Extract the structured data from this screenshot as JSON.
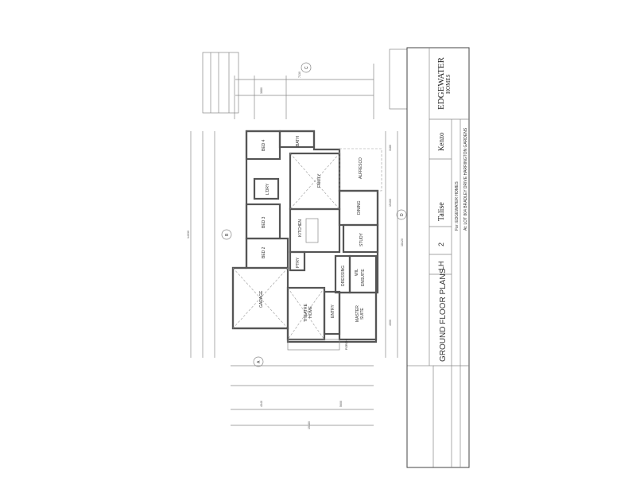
{
  "title_block": {
    "company": "EDGEWATER",
    "company_sub": "HOMES",
    "design": "Kenzo",
    "drawing_title": "GROUND FLOOR PLANS",
    "orientation": "LH",
    "sheet": "2",
    "facade": "Talise",
    "for_line": "For: EDGEWATER HOMES",
    "at_line": "At: LOT 804 BRADLEY DRIVE HARRINGTON GARDENS"
  },
  "rooms": {
    "bed4": "BED 4",
    "bath": "BATH",
    "family": "FAMILY",
    "alfresco": "ALFRESCO",
    "dining": "DINING",
    "study": "STUDY",
    "kitchen": "KITCHEN",
    "bed3": "BED 3",
    "bed2": "BED 2",
    "garage": "GARAGE",
    "theatre": "THEATRE",
    "theatre2": "HOME",
    "master": "MASTER",
    "master2": "SUITE",
    "dressing": "DRESSING",
    "ensuite": "ENSUITE",
    "pantry": "PTRY",
    "entry": "ENTRY",
    "wil": "WIL",
    "ldry": "L'DRY",
    "porch": "PORCH"
  },
  "markers": {
    "a": "A",
    "b": "B",
    "c": "C",
    "d": "D"
  },
  "dimensions": {
    "total_depth": "18420",
    "width_a": "15460",
    "top_1": "7130",
    "top_2": "3880",
    "left_1": "14030",
    "bottom_1": "15180",
    "bottom_2": "4040",
    "bottom_3": "5600",
    "right_1": "4000",
    "right_2": "3180"
  },
  "colors": {
    "line": "#555555",
    "paper": "#ffffff"
  }
}
